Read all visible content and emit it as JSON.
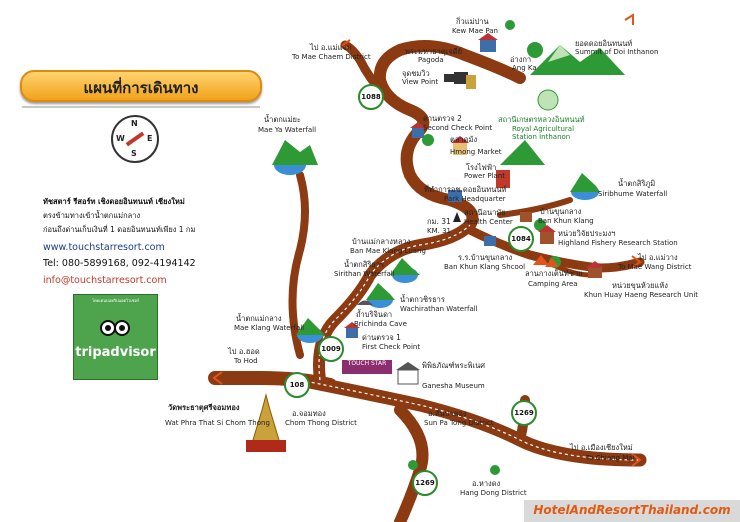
{
  "title": "แผนที่การเดินทาง",
  "compass": {
    "n": "N",
    "s": "S",
    "e": "E",
    "w": "W"
  },
  "info": {
    "line1": "ทัชสตาร์ รีสอร์ท เชิงดอยอินทนนท์ เชียงใหม่",
    "line2": "ตรงข้ามทางเข้าน้ำตกแม่กลาง",
    "line3": "ก่อนถึงด่านเก็บเงินที่ 1 ดอยอินทนนท์เพียง 1 กม",
    "website": "www.touchstarresort.com",
    "tel": "Tel: 080-5899168, 092-4194142",
    "email": "info@touchstarresort.com"
  },
  "tripadvisor": {
    "top": "โดดเด่นบนทริปแอดไวเซอร์",
    "name": "tripadvisor"
  },
  "route_numbers": {
    "r1088": "1088",
    "r1009": "1009",
    "r108": "108",
    "r1084": "1084",
    "r1269a": "1269",
    "r1269b": "1269"
  },
  "labels": {
    "kew_th": "กิ่วแม่ปาน",
    "kew_en": "Kew Mae Pan",
    "summit_th": "ยอดดอยอินทนนท์",
    "summit_en": "Summit of Doi Inthanon",
    "pagoda_th": "พระมหาธาตุเจดีย์",
    "pagoda_en": "Pagoda",
    "view_th": "จุดชมวิว",
    "view_en": "View Point",
    "checkpoint_th": "อ่างกา",
    "checkpoint_en": "Ang Ka",
    "chaem_th": "ไป อ.แม่แจ่ม",
    "chaem_en": "To Mae Chaem District",
    "check2_th": "ด่านตรวจ 2",
    "check2_en": "Second Check Point",
    "royal_th": "สถานีเกษตรหลวงอินทนนท์",
    "royal_en1": "Royal Agricultural",
    "royal_en2": "Station Inthanon",
    "maeya_th": "น้ำตกแม่ยะ",
    "maeya_en": "Mae Ya Waterfall",
    "hmong_th": "ตลาดม้ง",
    "hmong_en": "Hmong Market",
    "power_th": "โรงไฟฟ้า",
    "power_en": "Power Plant",
    "hq_th": "ที่ทำการอช.ดอยอินทนนท์",
    "hq_en": "Park Headquarter",
    "siribhume_th": "น้ำตกสิริภูมิ",
    "siribhume_en": "Siribhume Waterfall",
    "km_th": "กม. 31",
    "km_en": "KM. 31",
    "health_th": "สถานีอนามัย",
    "health_en": "Health Center",
    "bkk_th": "บ้านขุนกลาง",
    "bkk_en": "Ban Khun Klang",
    "fishery_th": "หน่วยวิจัยประมงฯ",
    "fishery_en": "Highland Fishery Research Station",
    "luang_th": "บ้านแม่กลางหลวง",
    "luang_en": "Ban Mae Klang Luang",
    "school_th": "ร.ร.บ้านขุนกลาง",
    "school_en": "Ban Khun Klang Shcool",
    "camp_th": "ลานกางเต็นท์ชาย",
    "camp_en": "Camping Area",
    "wang_th": "ไป อ.แม่วาง",
    "wang_en": "To Mae Wang District",
    "huay_th": "หน่วยขุนห้วยแห้ง",
    "huay_en": "Khun Huay Haeng Research Unit",
    "sirithan_th": "น้ำตกสิริธาร",
    "sirithan_en": "Sirithan Waterfall",
    "wachi_th": "น้ำตกวชิรธาร",
    "wachi_en": "Wachirathan Waterfall",
    "maeklang_th": "น้ำตกแม่กลาง",
    "maeklang_en": "Mae Klang Waterfall",
    "cave_th": "ถ้ำบริจินดา",
    "cave_en": "Brichinda Cave",
    "check1_th": "ด่านตรวจ 1",
    "check1_en": "First Check Point",
    "hod_th": "ไป อ.ฮอด",
    "hod_en": "To Hod",
    "museum_th": "พิพิธภัณฑ์พระพิเนศ",
    "museum_en": "Ganesha Museum",
    "watphra_th": "วัดพระธาตุศรีจอมทอง",
    "watphra_en": "Wat Phra That Si Chom Thong",
    "chomthong_th": "อ.จอมทอง",
    "chomthong_en": "Chom Thong District",
    "sanpatong_th": "อ.สันป่าตอง",
    "sanpatong_en": "Sun Pa Tong District",
    "chiangmai_th": "ไป อ.เมืองเชียงใหม่",
    "chiangmai_en": "To Chiang Mai",
    "hangdong_th": "อ.หางดง",
    "hangdong_en": "Hang Dong District",
    "touchstar": "TOUCH STAR"
  },
  "footer": "HotelAndResortThailand.com",
  "colors": {
    "road": "#8b3a12",
    "accent": "#f2a21a",
    "water": "#3b8fd6",
    "tree": "#2e9a36"
  }
}
